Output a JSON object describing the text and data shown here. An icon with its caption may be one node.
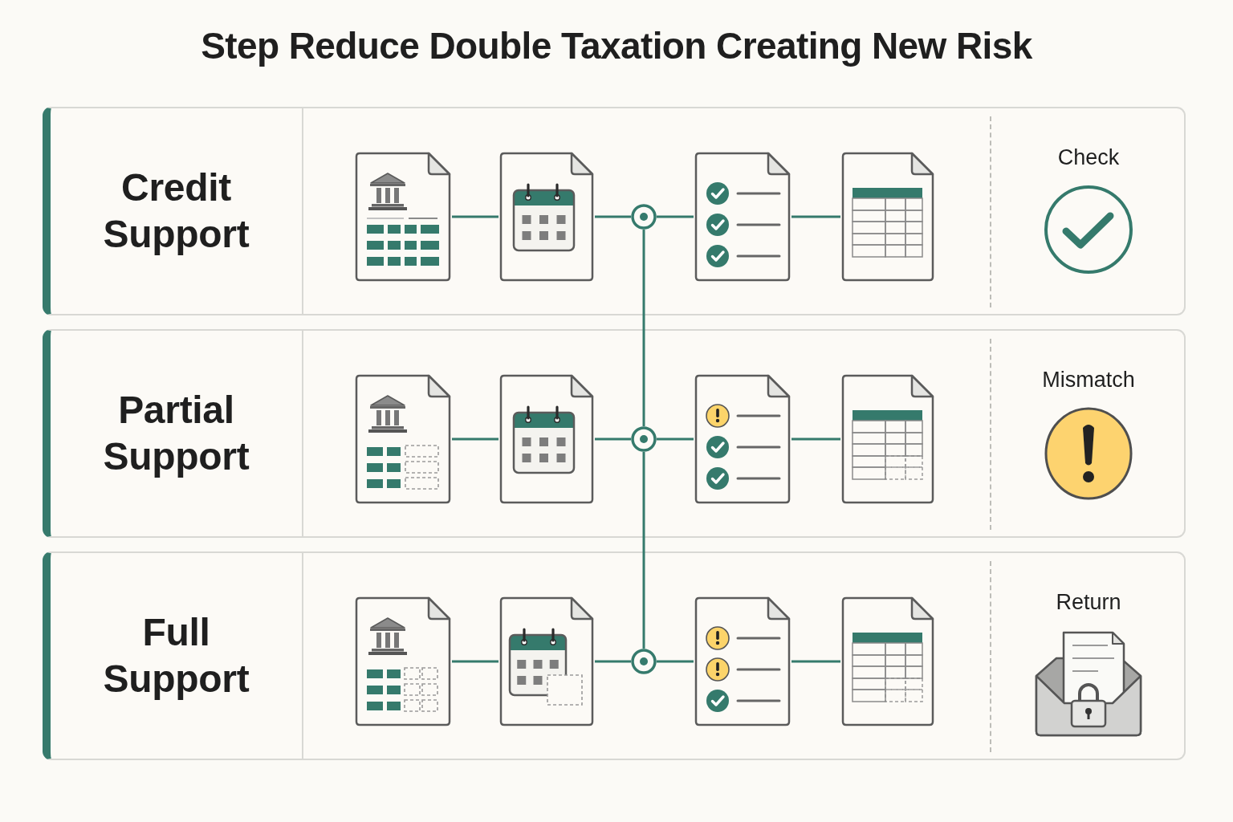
{
  "diagram": {
    "title": "Step Reduce Double Taxation Creating New Risk",
    "nodes": [
      {
        "text": [
          "Credit Support"
        ]
      },
      {
        "text": [],
        "shape": "picture",
        "in": 0
      },
      {
        "text": [],
        "shape": "picture",
        "in": 0
      },
      {
        "text": [],
        "shape": "circle",
        "in": 0
      },
      {
        "text": [],
        "shape": "picture",
        "in": 0
      },
      {
        "text": [],
        "shape": "picture",
        "in": 0
      },
      {
        "text": [
          "Check"
        ],
        "in": 0
      },
      {
        "text": [
          "Partial Support"
        ]
      },
      {
        "text": [],
        "shape": "picture",
        "in": 7
      },
      {
        "text": [],
        "shape": "picture",
        "in": 7
      },
      {
        "text": [],
        "shape": "circle",
        "in": 7
      },
      {
        "text": [],
        "shape": "picture",
        "in": 7
      },
      {
        "text": [],
        "shape": "picture",
        "in": 7
      },
      {
        "text": [
          "Mismatch"
        ],
        "in": 7
      },
      {
        "text": [
          "Full Support"
        ]
      },
      {
        "text": [],
        "shape": "picture",
        "in": 14
      },
      {
        "text": [],
        "shape": "picture",
        "in": 14
      },
      {
        "text": [],
        "shape": "circle",
        "in": 14
      },
      {
        "text": [],
        "shape": "picture",
        "in": 14
      },
      {
        "text": [],
        "shape": "picture",
        "in": 14
      },
      {
        "text": [
          "Return"
        ],
        "in": 14
      }
    ],
    "edges": [
      {
        "from": 1,
        "to": 2,
        "arrow": "none"
      },
      {
        "from": 2,
        "to": 3,
        "arrow": "none"
      },
      {
        "from": 3,
        "to": 4,
        "arrow": "none"
      },
      {
        "from": 4,
        "to": 5,
        "arrow": "none"
      },
      {
        "from": 3,
        "to": 10,
        "arrow": "none"
      },
      {
        "from": 8,
        "to": 9,
        "arrow": "none"
      },
      {
        "from": 9,
        "to": 10,
        "arrow": "none"
      },
      {
        "from": 10,
        "to": 11,
        "arrow": "none"
      },
      {
        "from": 11,
        "to": 12,
        "arrow": "none"
      },
      {
        "from": 10,
        "to": 17,
        "arrow": "none"
      },
      {
        "from": 15,
        "to": 16,
        "arrow": "none"
      },
      {
        "from": 16,
        "to": 17,
        "arrow": "none"
      },
      {
        "from": 17,
        "to": 18,
        "arrow": "none"
      },
      {
        "from": 18,
        "to": 19,
        "arrow": "none"
      }
    ]
  }
}
